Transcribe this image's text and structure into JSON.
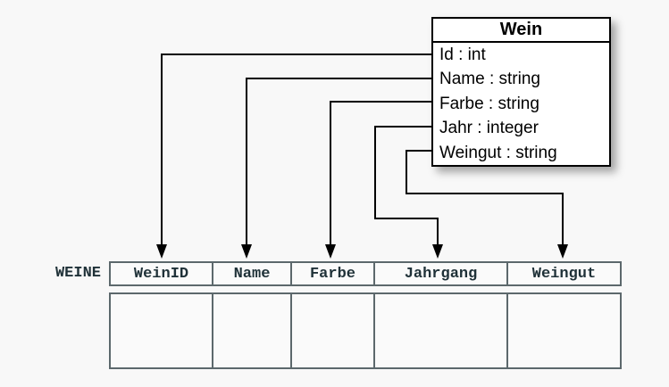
{
  "class_box": {
    "title": "Wein",
    "attributes": [
      "Id : int",
      "Name : string",
      "Farbe : string",
      "Jahr : integer",
      "Weingut : string"
    ]
  },
  "table": {
    "label": "WEINE",
    "columns": [
      "WeinID",
      "Name",
      "Farbe",
      "Jahrgang",
      "Weingut"
    ],
    "empty_row": [
      "",
      "",
      "",
      "",
      ""
    ]
  },
  "mappings": [
    {
      "from": "Id",
      "to": "WeinID"
    },
    {
      "from": "Name",
      "to": "Name"
    },
    {
      "from": "Farbe",
      "to": "Farbe"
    },
    {
      "from": "Jahr",
      "to": "Jahrgang"
    },
    {
      "from": "Weingut",
      "to": "Weingut"
    }
  ],
  "colors": {
    "background": "#f8f8f8",
    "class_border": "#000000",
    "class_text": "#000000",
    "table_border": "#5c686c",
    "table_text": "#1f3138",
    "connector": "#000000"
  }
}
